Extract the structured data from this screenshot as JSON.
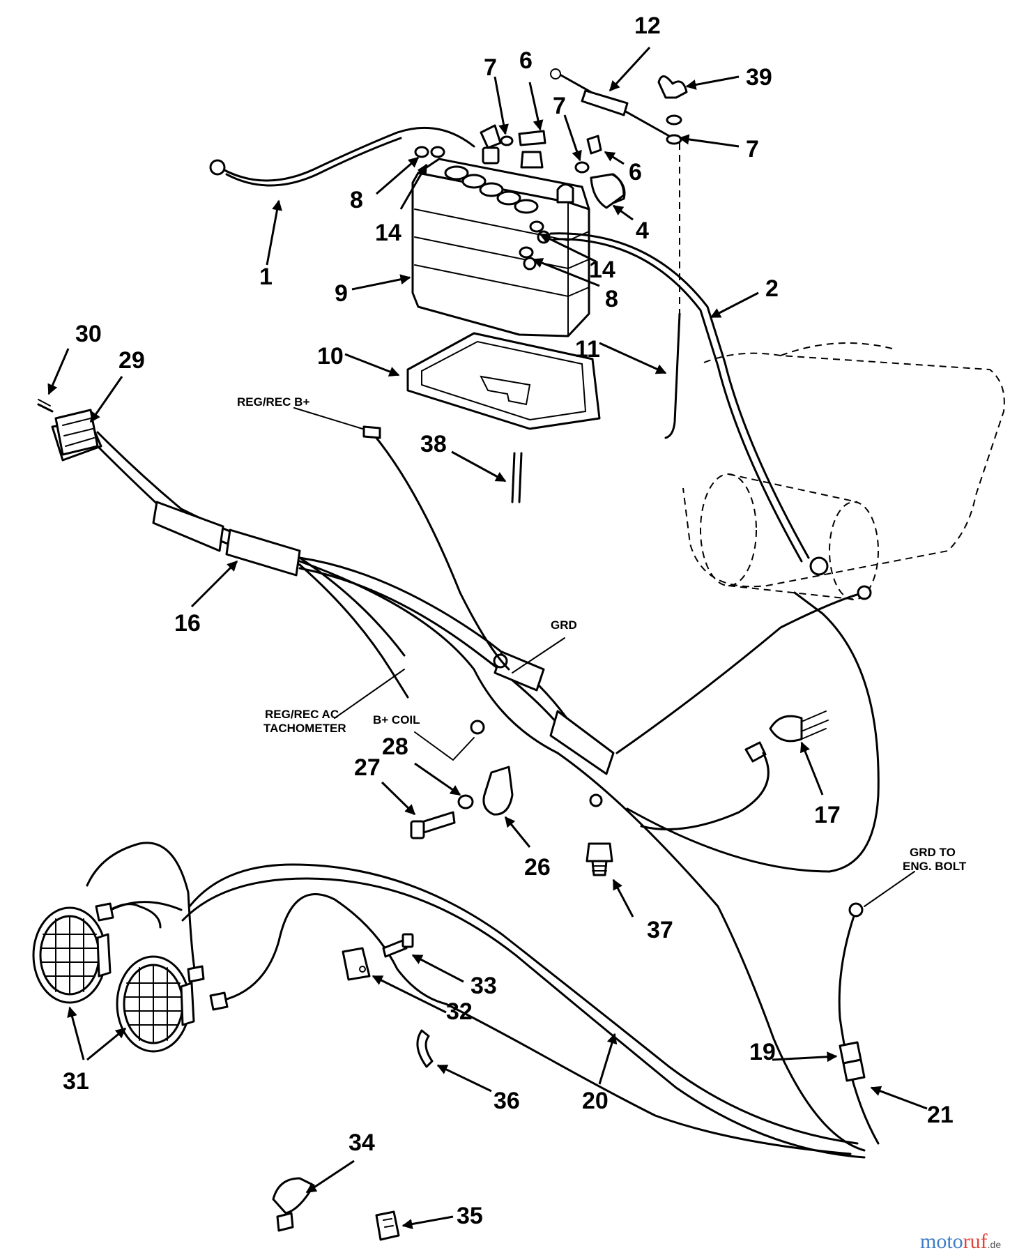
{
  "callouts": [
    {
      "id": "1",
      "text": "1"
    },
    {
      "id": "2",
      "text": "2"
    },
    {
      "id": "4",
      "text": "4"
    },
    {
      "id": "6a",
      "text": "6"
    },
    {
      "id": "6b",
      "text": "6"
    },
    {
      "id": "7a",
      "text": "7"
    },
    {
      "id": "7b",
      "text": "7"
    },
    {
      "id": "7c",
      "text": "7"
    },
    {
      "id": "8a",
      "text": "8"
    },
    {
      "id": "8b",
      "text": "8"
    },
    {
      "id": "9",
      "text": "9"
    },
    {
      "id": "10",
      "text": "10"
    },
    {
      "id": "11",
      "text": "11"
    },
    {
      "id": "12",
      "text": "12"
    },
    {
      "id": "14a",
      "text": "14"
    },
    {
      "id": "14b",
      "text": "14"
    },
    {
      "id": "16",
      "text": "16"
    },
    {
      "id": "17",
      "text": "17"
    },
    {
      "id": "19",
      "text": "19"
    },
    {
      "id": "20",
      "text": "20"
    },
    {
      "id": "21",
      "text": "21"
    },
    {
      "id": "26",
      "text": "26"
    },
    {
      "id": "27",
      "text": "27"
    },
    {
      "id": "28",
      "text": "28"
    },
    {
      "id": "29",
      "text": "29"
    },
    {
      "id": "30",
      "text": "30"
    },
    {
      "id": "31",
      "text": "31"
    },
    {
      "id": "32",
      "text": "32"
    },
    {
      "id": "33",
      "text": "33"
    },
    {
      "id": "34",
      "text": "34"
    },
    {
      "id": "35",
      "text": "35"
    },
    {
      "id": "36",
      "text": "36"
    },
    {
      "id": "37",
      "text": "37"
    },
    {
      "id": "38",
      "text": "38"
    },
    {
      "id": "39",
      "text": "39"
    }
  ],
  "wire_labels": {
    "reg_rec_b_plus": "REG/REC B+",
    "grd": "GRD",
    "reg_rec_ac": "REG/REC AC",
    "tachometer": "TACHOMETER",
    "b_plus_coil": "B+ COIL",
    "grd_to": "GRD TO",
    "eng_bolt": "ENG. BOLT"
  },
  "watermark": {
    "part1": "moto",
    "part2": "ruf",
    "suffix": ".de"
  }
}
